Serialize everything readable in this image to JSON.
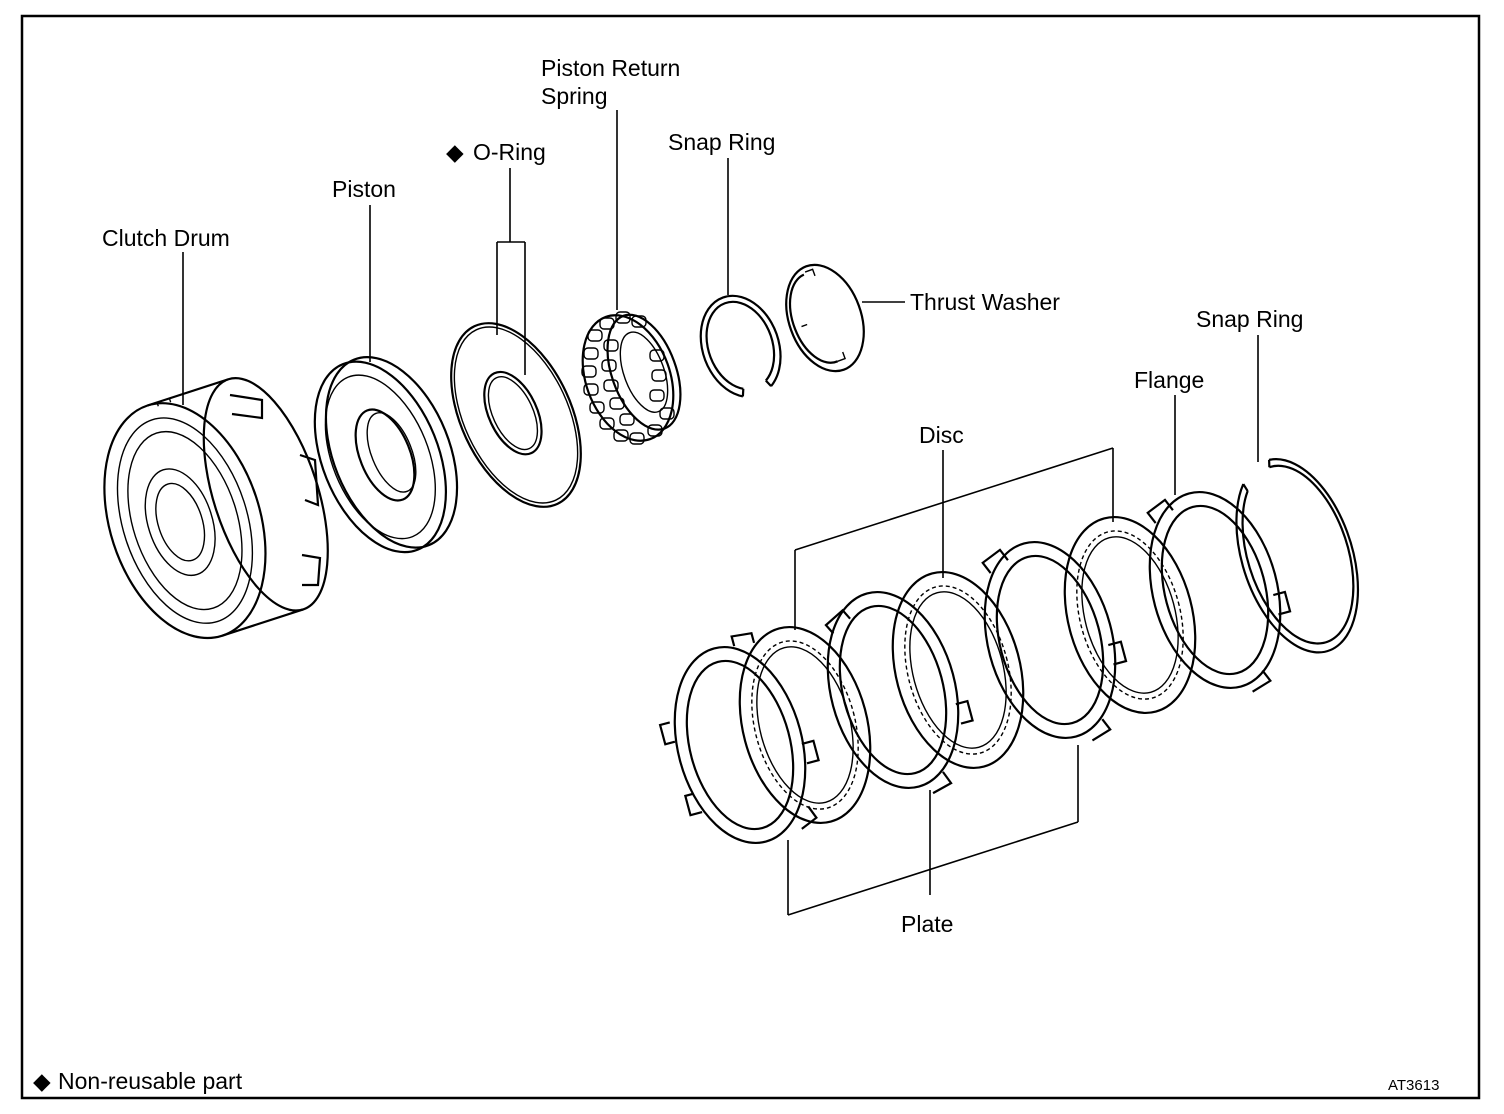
{
  "labels": {
    "clutch_drum": "Clutch Drum",
    "piston": "Piston",
    "o_ring": "O-Ring",
    "piston_return_spring_line1": "Piston Return",
    "piston_return_spring_line2": "Spring",
    "snap_ring_upper": "Snap Ring",
    "thrust_washer": "Thrust Washer",
    "snap_ring_right": "Snap Ring",
    "flange": "Flange",
    "disc": "Disc",
    "plate": "Plate"
  },
  "legend": {
    "symbol": "◆",
    "text": "Non-reusable part"
  },
  "figure_code": "AT3613"
}
